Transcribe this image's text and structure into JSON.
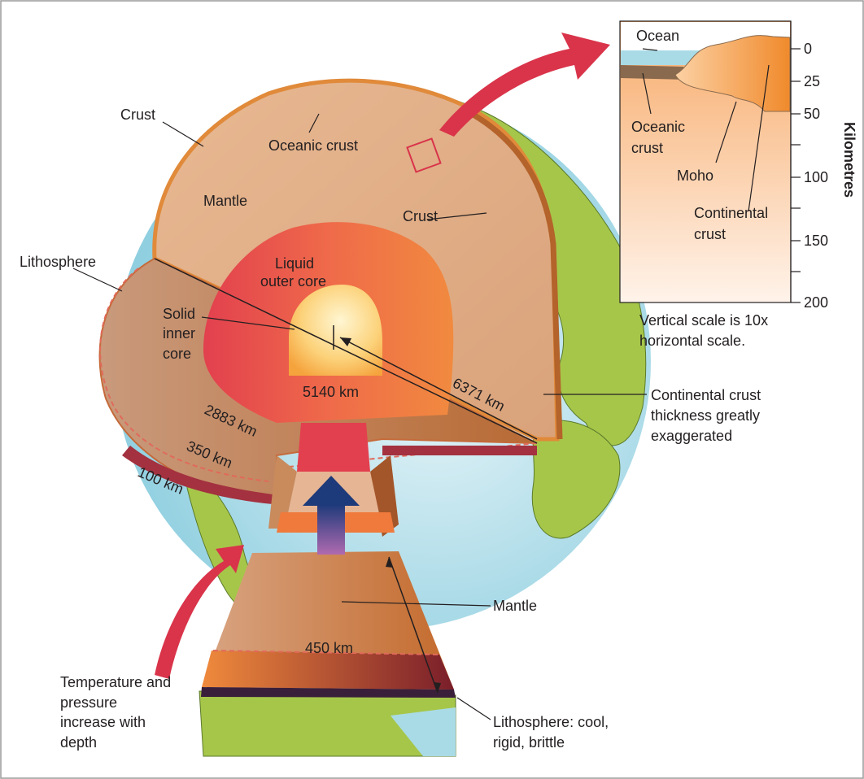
{
  "labels": {
    "crust_top": "Crust",
    "oceanic_crust": "Oceanic crust",
    "mantle_upper": "Mantle",
    "crust_right": "Crust",
    "lithosphere": "Lithosphere",
    "liquid_outer_core_1": "Liquid",
    "liquid_outer_core_2": "outer core",
    "solid_inner_core_1": "Solid",
    "solid_inner_core_2": "inner",
    "solid_inner_core_3": "core",
    "r_5140": "5140 km",
    "r_6371": "6371 km",
    "r_2883": "2883 km",
    "r_350": "350 km",
    "r_100": "100 km",
    "r_450": "450 km",
    "continental_note_1": "Continental crust",
    "continental_note_2": "thickness greatly",
    "continental_note_3": "exaggerated",
    "mantle_lower": "Mantle",
    "temp_1": "Temperature and",
    "temp_2": "pressure",
    "temp_3": "increase with",
    "temp_4": "depth",
    "litho_1": "Lithosphere: cool,",
    "litho_2": "rigid, brittle"
  },
  "inset": {
    "ocean": "Ocean",
    "oceanic_crust_1": "Oceanic",
    "oceanic_crust_2": "crust",
    "moho": "Moho",
    "continental_1": "Continental",
    "continental_2": "crust",
    "axis_title": "Kilometres",
    "ticks": [
      "0",
      "25",
      "50",
      "100",
      "150",
      "200"
    ],
    "scale_note_1": "Vertical scale is 10x",
    "scale_note_2": "horizontal scale."
  },
  "colors": {
    "ocean": "#a9dbe6",
    "land": "#a6c64a",
    "mantle": "#e2b08a",
    "crust": "#e0883a",
    "outer_core": "#e2464f",
    "inner_core": "#fbd67a",
    "arrow_red": "#d9344a"
  }
}
